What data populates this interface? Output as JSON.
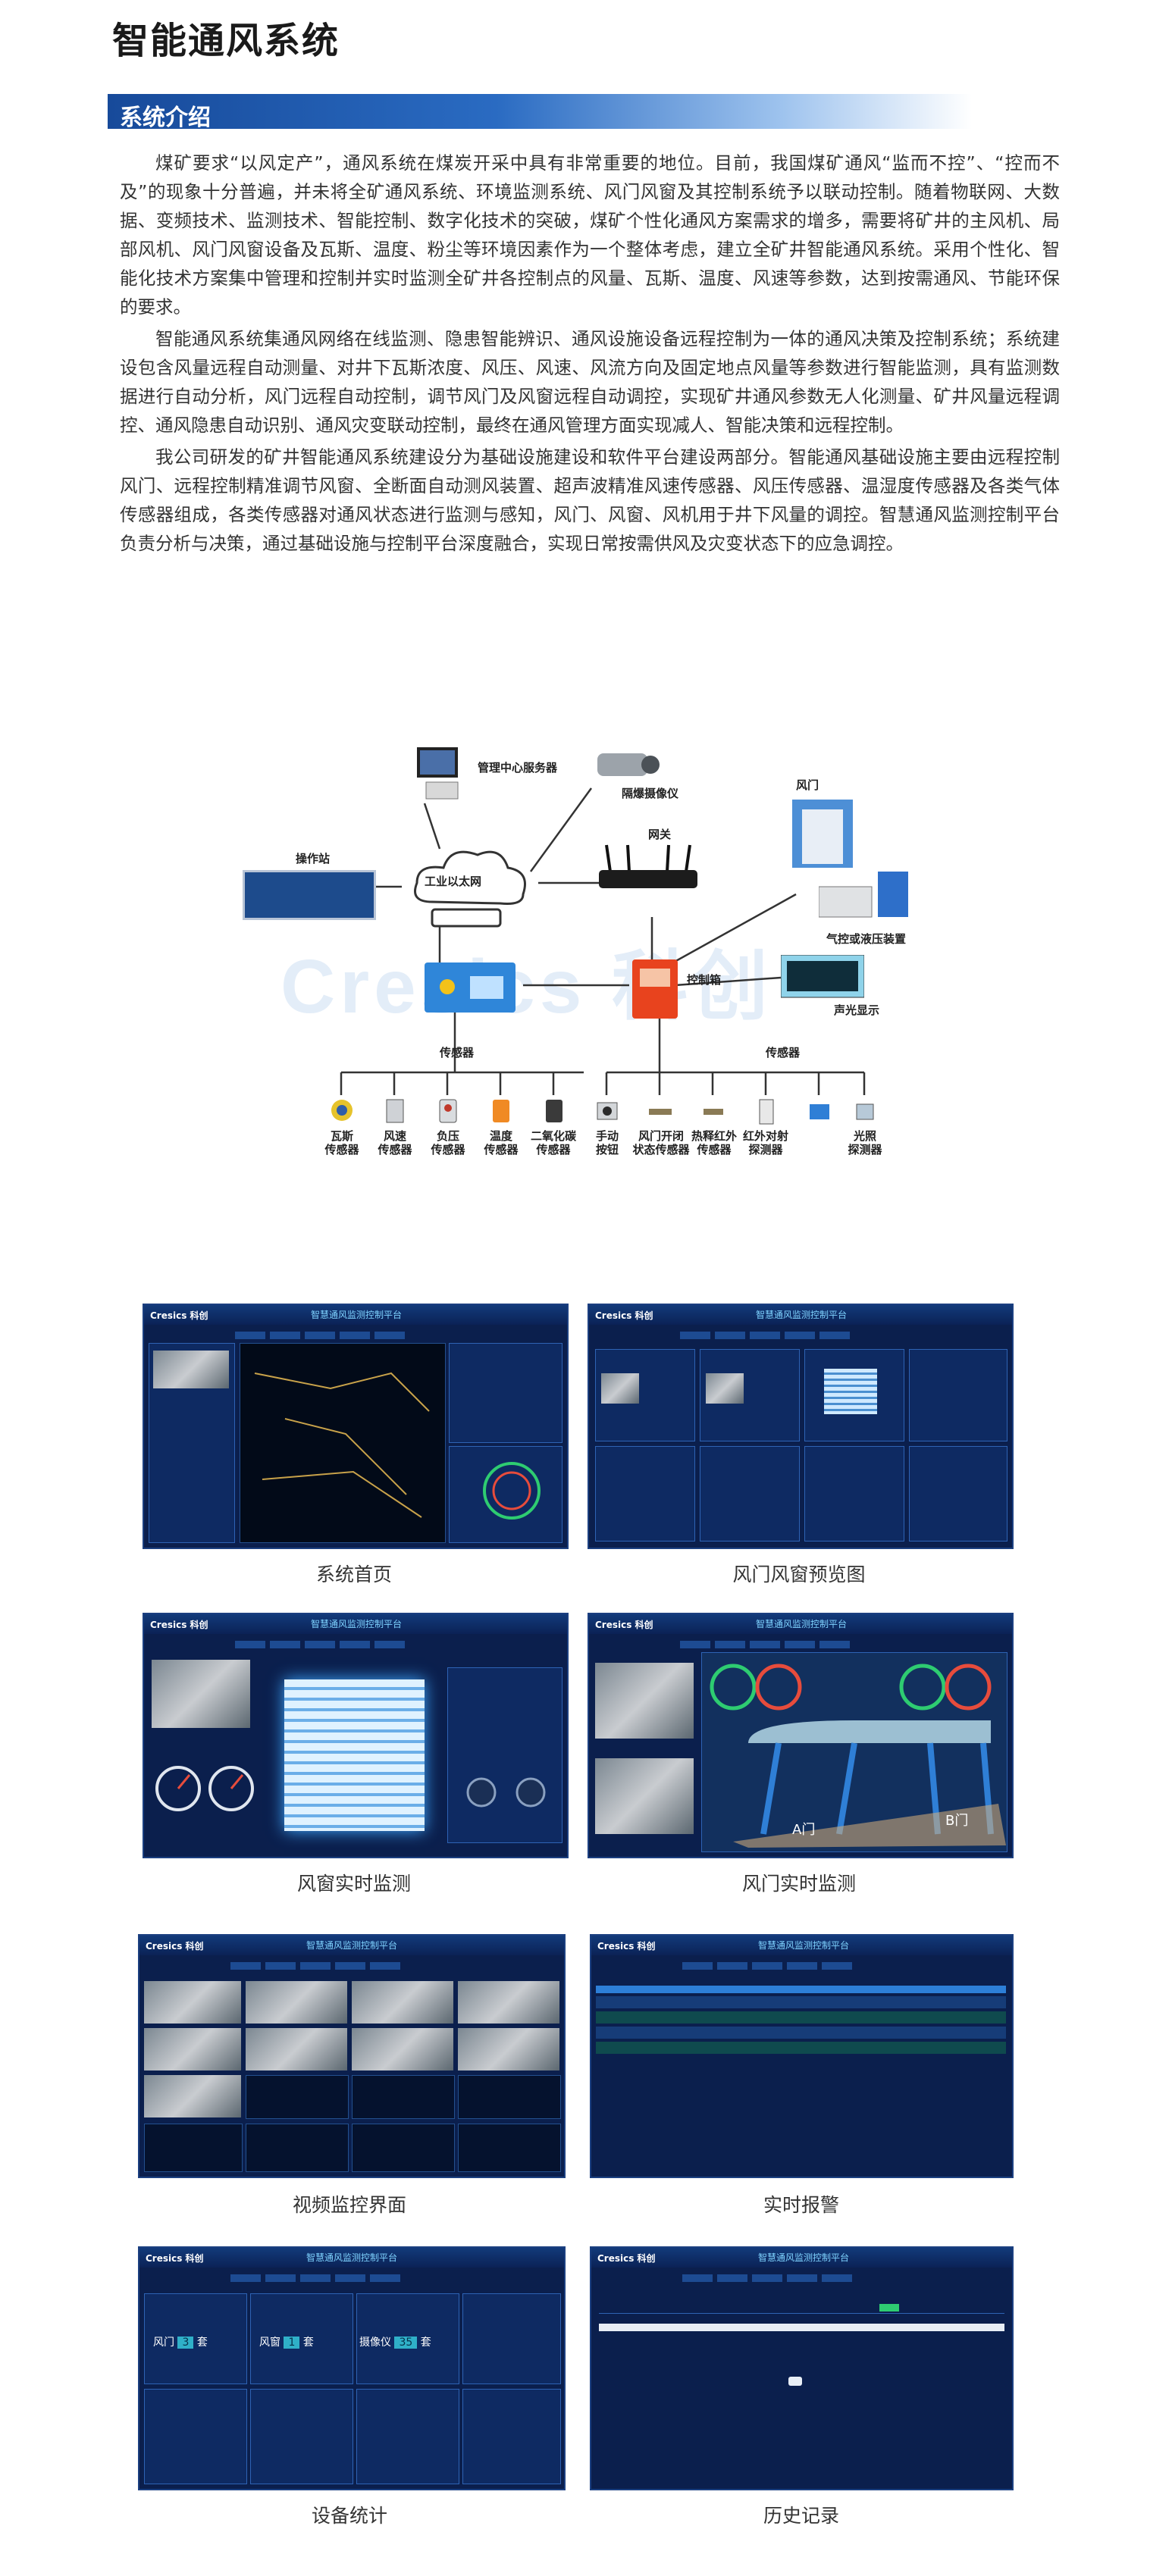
{
  "page_title": "智能通风系统",
  "section_title": "系统介绍",
  "intro_paragraphs": [
    "煤矿要求“以风定产”，通风系统在煤炭开采中具有非常重要的地位。目前，我国煤矿通风“监而不控”、“控而不及”的现象十分普遍，并未将全矿通风系统、环境监测系统、风门风窗及其控制系统予以联动控制。随着物联网、大数据、变频技术、监测技术、智能控制、数字化技术的突破，煤矿个性化通风方案需求的增多，需要将矿井的主风机、局部风机、风门风窗设备及瓦斯、温度、粉尘等环境因素作为一个整体考虑，建立全矿井智能通风系统。采用个性化、智能化技术方案集中管理和控制并实时监测全矿井各控制点的风量、瓦斯、温度、风速等参数，达到按需通风、节能环保的要求。",
    "智能通风系统集通风网络在线监测、隐患智能辨识、通风设施设备远程控制为一体的通风决策及控制系统；系统建设包含风量远程自动测量、对井下瓦斯浓度、风压、风速、风流方向及固定地点风量等参数进行智能监测，具有监测数据进行自动分析，风门远程自动控制，调节风门及风窗远程自动调控，实现矿井通风参数无人化测量、矿井风量远程调控、通风隐患自动识别、通风灾变联动控制，最终在通风管理方面实现减人、智能决策和远程控制。",
    "我公司研发的矿井智能通风系统建设分为基础设施建设和软件平台建设两部分。智能通风基础设施主要由远程控制风门、远程控制精准调节风窗、全断面自动测风装置、超声波精准风速传感器、风压传感器、温湿度传感器及各类气体传感器组成，各类传感器对通风状态进行监测与感知，风门、风窗、风机用于井下风量的调控。智慧通风监测控制平台负责分析与决策，通过基础设施与控制平台深度融合，实现日常按需供风及灾变状态下的应急调控。"
  ],
  "diagram": {
    "watermark": "Cresics 科创",
    "labels": {
      "server": "管理中心服务器",
      "camera": "隔爆摄像仪",
      "workstation": "操作站",
      "ethernet": "工业以太网",
      "gateway": "网关",
      "door": "风门",
      "hydraulic": "气控或液压装置",
      "control_box": "控制箱",
      "alarm": "声光显示",
      "sensor_group_left": "传感器",
      "sensor_group_right": "传感器"
    },
    "sensors": [
      "瓦斯\n传感器",
      "风速\n传感器",
      "负压\n传感器",
      "温度\n传感器",
      "二氧化碳\n传感器",
      "手动\n按钮",
      "风门开闭\n状态传感器",
      "热释红外\n传感器",
      "红外对射\n探测器",
      "光照\n探测器"
    ]
  },
  "screens": {
    "brand": "Cresics 科创",
    "platform_title": "智慧通风监测控制平台",
    "captions": [
      "系统首页",
      "风门风窗预览图",
      "风窗实时监测",
      "风门实时监测",
      "视频监控界面",
      "实时报警",
      "设备统计",
      "历史记录"
    ],
    "door_labels": [
      "A门",
      "B门"
    ],
    "stats": [
      {
        "label": "风门",
        "value": "3",
        "unit": "套"
      },
      {
        "label": "风窗",
        "value": "1",
        "unit": "套"
      },
      {
        "label": "摄像仪",
        "value": "35",
        "unit": "套"
      }
    ]
  }
}
